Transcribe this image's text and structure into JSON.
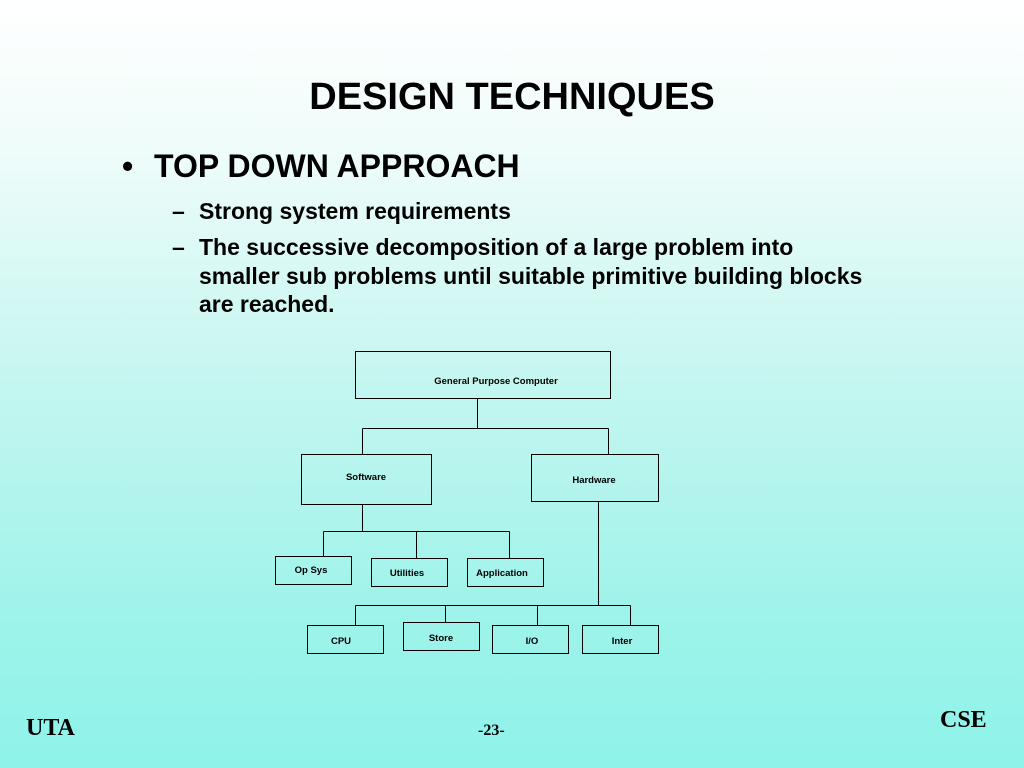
{
  "title": "DESIGN TECHNIQUES",
  "bullet": {
    "marker": "•",
    "text": "TOP DOWN APPROACH"
  },
  "subbullets": [
    {
      "marker": "–",
      "text": "Strong system requirements"
    },
    {
      "marker": "–",
      "text": "The successive decomposition of a large problem into smaller sub problems until suitable primitive building blocks are reached."
    }
  ],
  "diagram": {
    "root": "General Purpose Computer",
    "software": "Software",
    "hardware": "Hardware",
    "software_children": [
      "Op Sys",
      "Utilities",
      "Application"
    ],
    "hardware_children": [
      "CPU",
      "Store",
      "I/O",
      "Inter"
    ]
  },
  "footer": {
    "left": "UTA",
    "page": "-23-",
    "right": "CSE"
  }
}
